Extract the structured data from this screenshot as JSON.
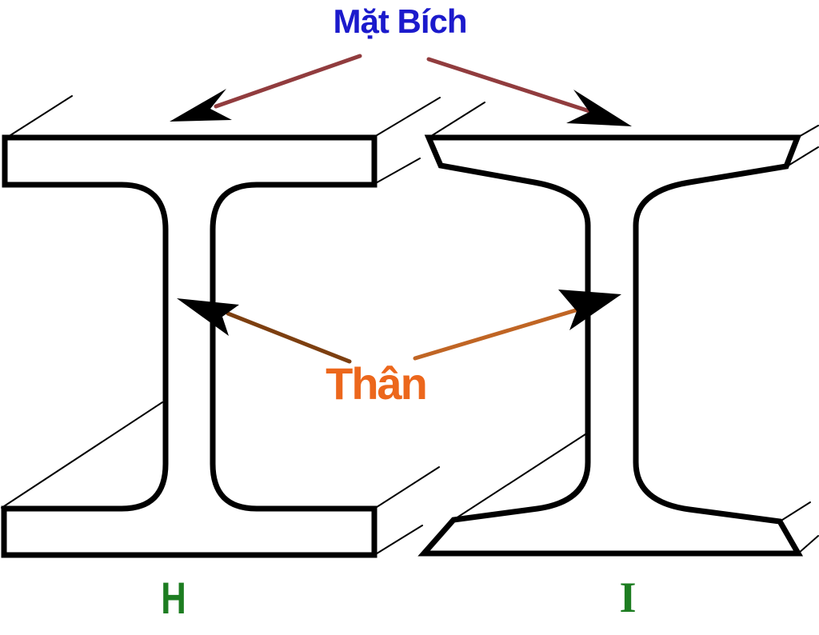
{
  "labels": {
    "flange": "Mặt Bích",
    "web": "Thân",
    "beam_h": "H",
    "beam_i": "I"
  },
  "colors": {
    "background": "#ffffff",
    "outline": "#000000",
    "beam_fill": "#ffffff",
    "flange_label": "#1b1acc",
    "web_label": "#ec671c",
    "beam_h_label": "#1d7d21",
    "beam_i_label": "#1d7d21",
    "flange_pointer_line": "#913c3e",
    "web_pointer_line_left": "#7d3f10",
    "web_pointer_line_right": "#c06524",
    "arrowhead": "#000000"
  }
}
